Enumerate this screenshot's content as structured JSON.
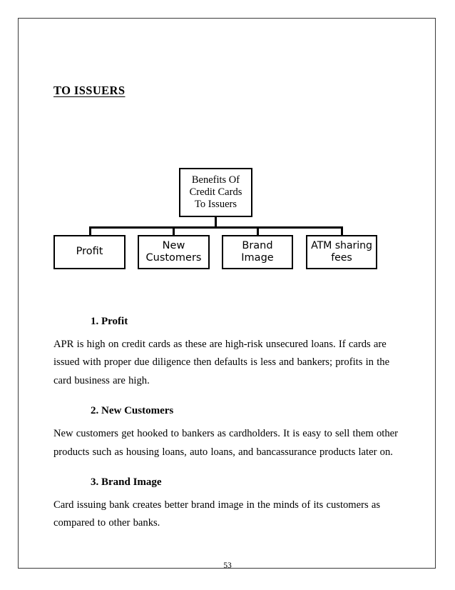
{
  "document": {
    "title": "TO ISSUERS",
    "page_number": "53"
  },
  "diagram": {
    "type": "organization-chart",
    "root": {
      "line1": "Benefits Of",
      "line2": "Credit Cards",
      "line3": "To Issuers"
    },
    "children": [
      {
        "line1": "Profit",
        "line2": ""
      },
      {
        "line1": "New",
        "line2": "Customers"
      },
      {
        "line1": "Brand",
        "line2": "Image"
      },
      {
        "line1": "ATM sharing",
        "line2": "fees"
      }
    ]
  },
  "sections": [
    {
      "heading": "1. Profit",
      "body": "APR is high on credit cards as these are high-risk unsecured loans. If cards are issued with proper due diligence then defaults is less and bankers; profits in the card business are high."
    },
    {
      "heading": "2. New Customers",
      "body": "New customers get hooked to bankers as cardholders. It is easy to sell them other products such as housing loans, auto loans, and bancassurance products later on."
    },
    {
      "heading": "3. Brand Image",
      "body": "Card issuing bank creates better brand image in the minds of its customers as compared to other banks."
    }
  ]
}
